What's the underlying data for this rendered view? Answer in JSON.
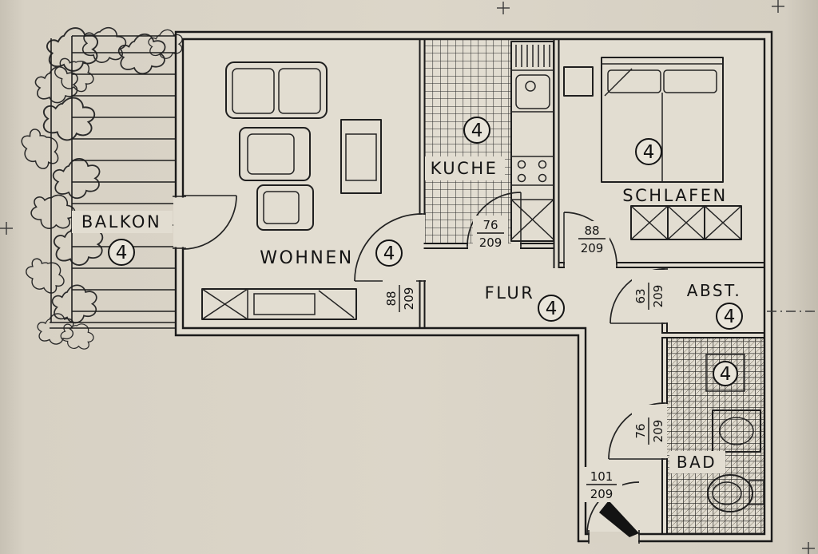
{
  "plan": {
    "rooms": {
      "balkon": {
        "label": "BALKON",
        "marker": "4"
      },
      "wohnen": {
        "label": "WOHNEN",
        "marker": "4"
      },
      "kueche": {
        "label": "KUCHE",
        "marker": "4"
      },
      "schlafen": {
        "label": "SCHLAFEN",
        "marker": "4"
      },
      "flur": {
        "label": "FLUR",
        "marker": "4"
      },
      "abst": {
        "label": "ABST.",
        "marker": "4"
      },
      "bad": {
        "label": "BAD",
        "marker": "4"
      }
    },
    "door_dimensions": {
      "kueche": {
        "w": "76",
        "h": "209"
      },
      "schlafen": {
        "w": "88",
        "h": "209"
      },
      "wohnen": {
        "w": "88",
        "h": "209"
      },
      "abst": {
        "w": "63",
        "h": "209"
      },
      "bad": {
        "w": "76",
        "h": "209"
      },
      "eingang": {
        "w": "101",
        "h": "209"
      }
    },
    "colors": {
      "paper": "#d8d2c5",
      "ink": "#1a1a1a"
    }
  }
}
